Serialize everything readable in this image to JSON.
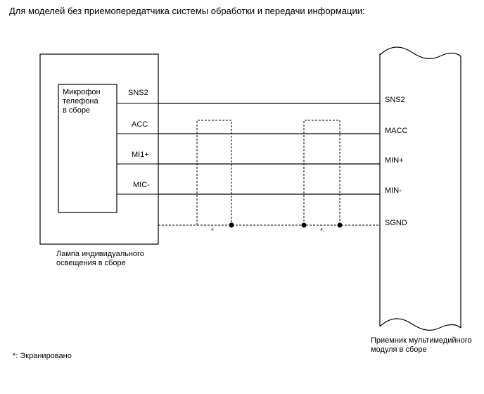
{
  "title": "Для моделей без приемопередатчика системы обработки и передачи информации:",
  "left_component": {
    "outer_label": [
      "Лампа индивидуального",
      "освещения в сборе"
    ],
    "inner_label": [
      "Микрофон",
      "телефона",
      "в сборе"
    ],
    "pins": [
      "SNS2",
      "ACC",
      "MI1+",
      "MIC-"
    ]
  },
  "right_component": {
    "label": [
      "Приемник мультимедийного",
      "модуля в сборе"
    ],
    "pins": [
      "SNS2",
      "MACC",
      "MIN+",
      "MIN-",
      "SGND"
    ]
  },
  "shield_marks": [
    "*",
    "*"
  ],
  "footnote": "*: Экранировано"
}
